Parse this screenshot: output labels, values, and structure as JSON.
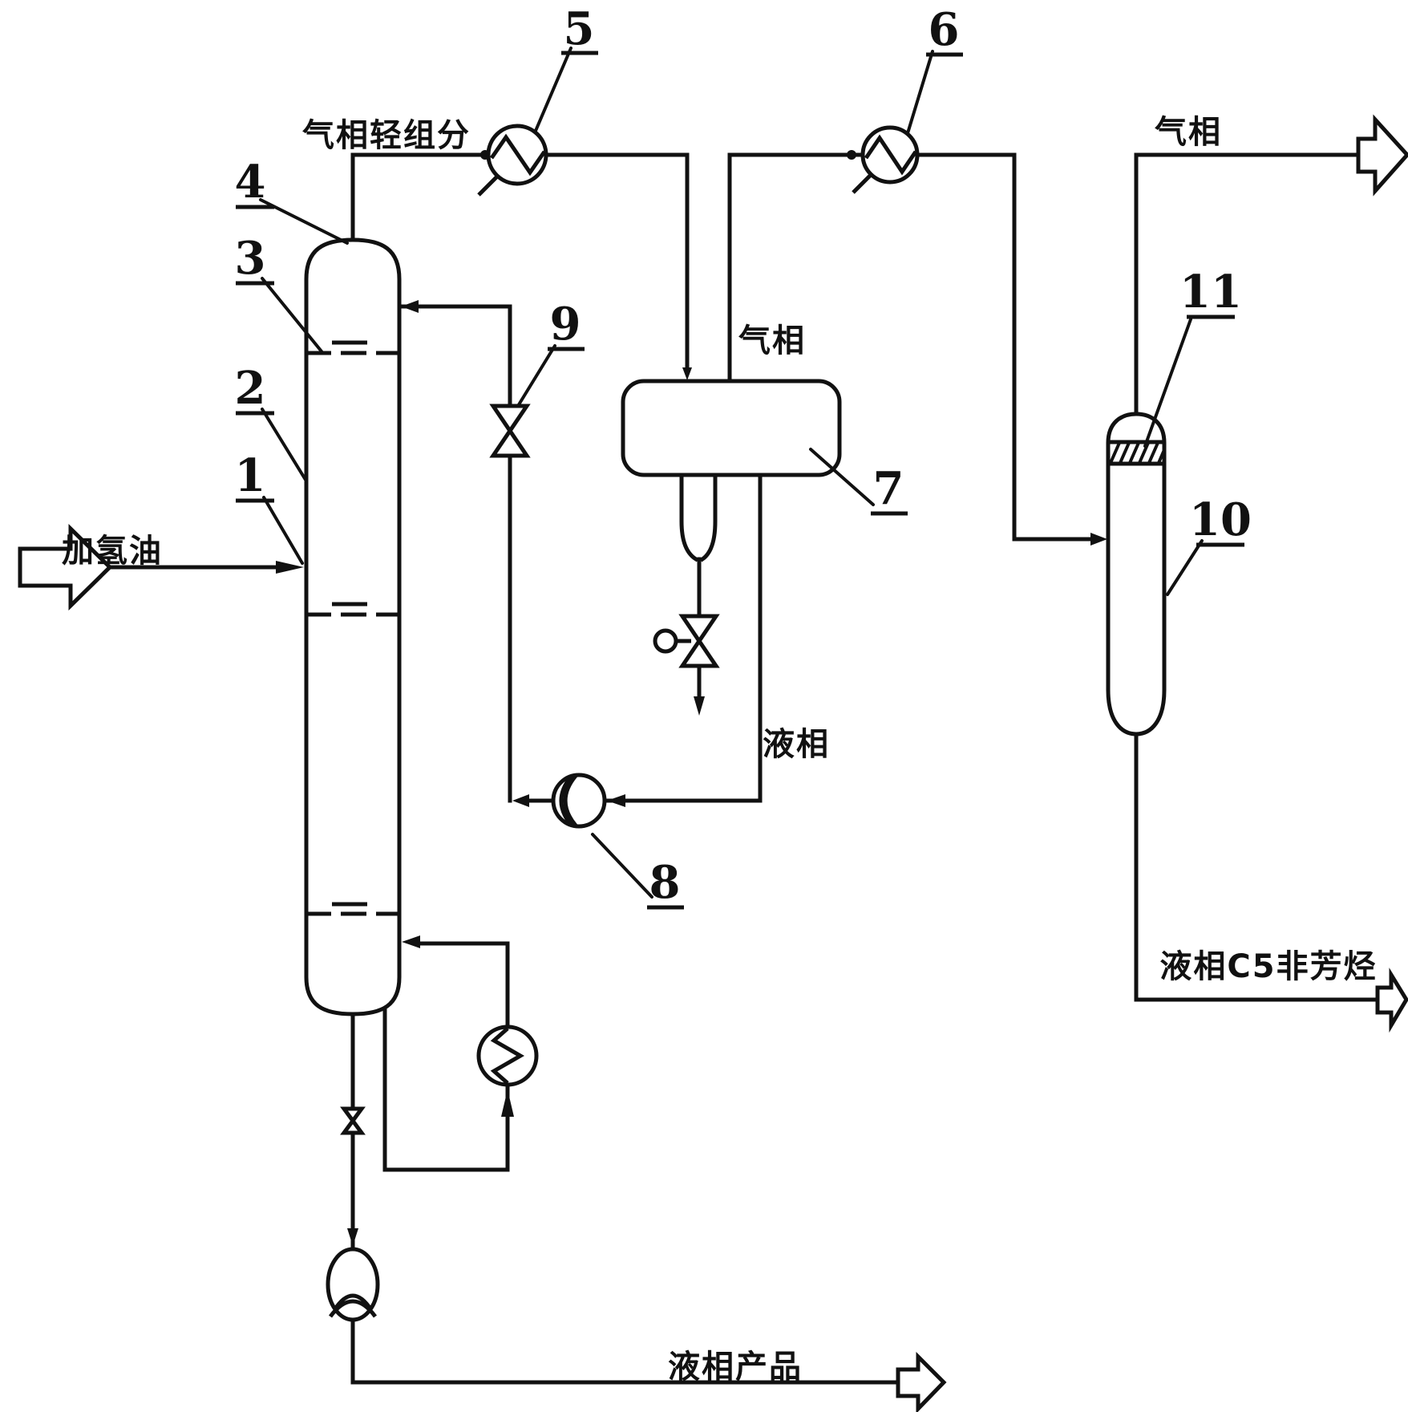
{
  "figure": {
    "type": "process-flow-diagram",
    "background": "#ffffff",
    "line_color": "#111111"
  },
  "streams": {
    "overhead_light_components": "气相轻组分",
    "feed": "加氢油",
    "drum_vapor": "气相",
    "outlet_vapor": "气相",
    "drum_liquid": "液相",
    "c5_liquid_outlet": "液相C5非芳烃",
    "bottoms_product": "液相产品"
  },
  "equipment_labels": {
    "n1": "1",
    "n2": "2",
    "n3": "3",
    "n4": "4",
    "n5": "5",
    "n6": "6",
    "n7": "7",
    "n8": "8",
    "n9": "9",
    "n10": "10",
    "n11": "11"
  }
}
